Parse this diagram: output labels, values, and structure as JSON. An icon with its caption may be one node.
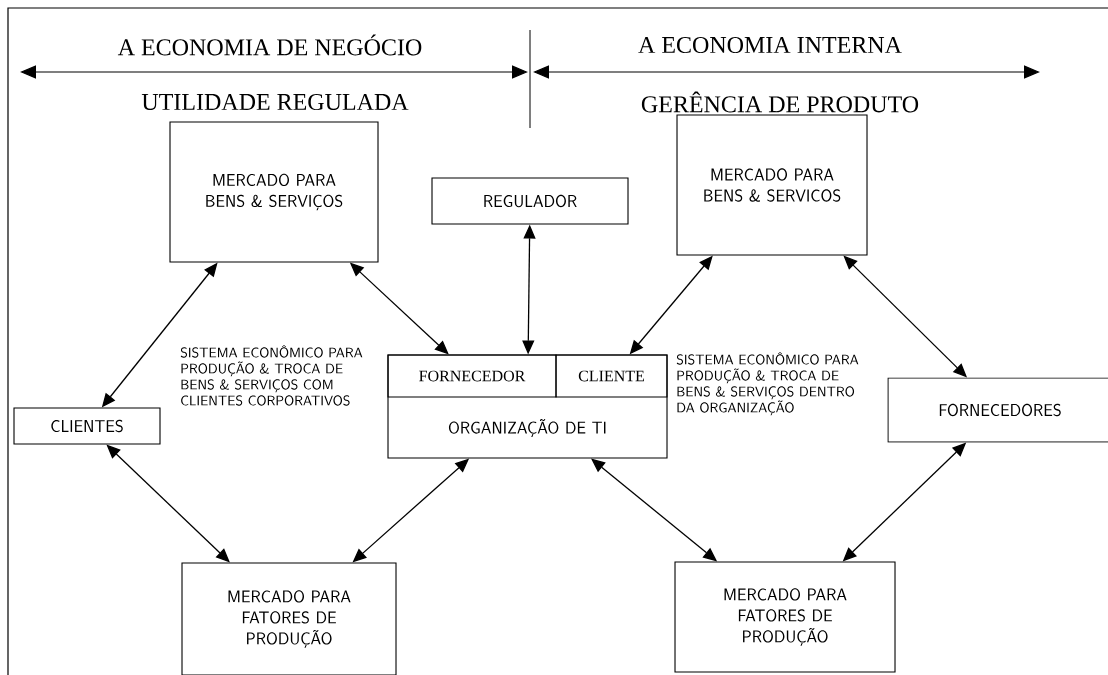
{
  "diagram": {
    "nodes": [
      {
        "text": [
          "MERCADO PARA BENS & SERVIÇOS"
        ]
      },
      {
        "text": [
          "REGULADOR"
        ]
      },
      {
        "text": [
          "MERCADO PARA BENS & SERVICOS"
        ]
      },
      {
        "text": [
          "CLIENTES"
        ]
      },
      {
        "text": [
          "ORGANIZAÇÃO DE TI"
        ]
      },
      {
        "text": [
          "FORNECEDOR"
        ],
        "in": 4
      },
      {
        "text": [
          "CLIENTE"
        ],
        "in": 4
      },
      {
        "text": [
          "FORNECEDORES"
        ]
      },
      {
        "text": [
          "MERCADO PARA FATORES DE PRODUÇÃO"
        ]
      },
      {
        "text": [
          "MERCADO PARA FATORES DE PRODUÇÃO"
        ]
      }
    ],
    "edges": [
      {
        "from": 3,
        "to": 0,
        "arrow": "both"
      },
      {
        "from": 0,
        "to": 5,
        "arrow": "both"
      },
      {
        "from": 1,
        "to": 4,
        "arrow": "both"
      },
      {
        "from": 2,
        "to": 6,
        "arrow": "both"
      },
      {
        "from": 2,
        "to": 7,
        "arrow": "both"
      },
      {
        "from": 3,
        "to": 8,
        "arrow": "both"
      },
      {
        "from": 8,
        "to": 4,
        "arrow": "both"
      },
      {
        "from": 4,
        "to": 9,
        "arrow": "both"
      },
      {
        "from": 9,
        "to": 7,
        "arrow": "both"
      }
    ],
    "labels": [
      "A ECONOMIA DE NEGÓCIO",
      "A ECONOMIA INTERNA",
      "UTILIDADE REGULADA",
      "GERÊNCIA DE PRODUTO",
      "SISTEMA ECONÔMICO PARA PRODUÇÃO & TROCA DE BENS & SERVIÇOS COM CLIENTES CORPORATIVOS",
      "SISTEMA ECONÔMICO PARA PRODUÇÃO & TROCA DE BENS & SERVIÇOS DENTRO DA ORGANIZAÇÃO"
    ]
  }
}
